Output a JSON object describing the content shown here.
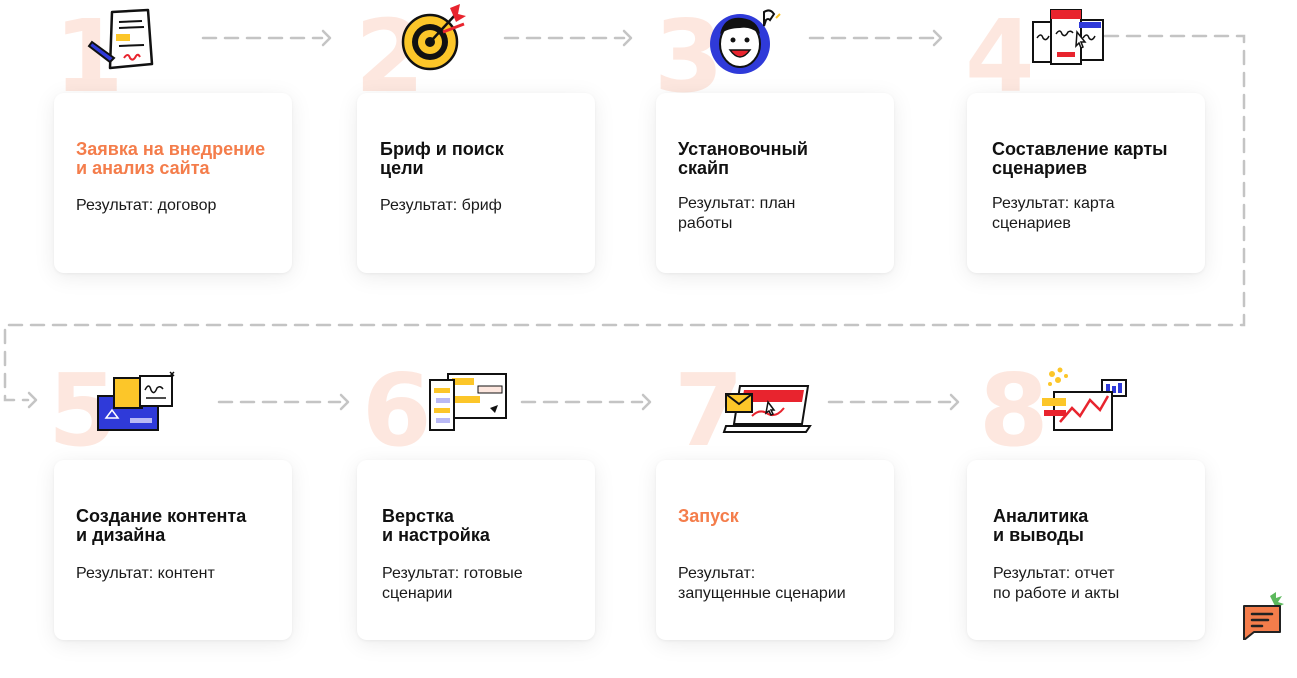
{
  "steps": [
    {
      "number": "1",
      "title": "Заявка на внедрение\nи анализ сайта",
      "result": "Результат: договор",
      "accent": true,
      "icon": "document-pen-icon"
    },
    {
      "number": "2",
      "title": "Бриф и поиск\nцели",
      "result": "Результат: бриф",
      "accent": false,
      "icon": "target-darts-icon"
    },
    {
      "number": "3",
      "title": "Установочный\nскайп",
      "result": "Результат: план\nработы",
      "accent": false,
      "icon": "smiling-face-call-icon"
    },
    {
      "number": "4",
      "title": "Составление карты\nсценариев",
      "result": "Результат: карта\nсценариев",
      "accent": false,
      "icon": "scenario-cards-icon"
    },
    {
      "number": "5",
      "title": "Создание контента\nи дизайна",
      "result": "Результат: контент",
      "accent": false,
      "icon": "design-board-icon"
    },
    {
      "number": "6",
      "title": "Верстка\nи настройка",
      "result": "Результат: готовые\nсценарии",
      "accent": false,
      "icon": "chat-layout-icon"
    },
    {
      "number": "7",
      "title": "Запуск",
      "result": "Результат:\nзапущенные сценарии",
      "accent": true,
      "icon": "laptop-launch-icon"
    },
    {
      "number": "8",
      "title": "Аналитика\nи выводы",
      "result": "Результат: отчет\nпо работе и акты",
      "accent": false,
      "icon": "analytics-chart-icon"
    }
  ],
  "colors": {
    "accent": "#f47d4b",
    "number_fill": "#fde7df",
    "dash": "#c4c4c4",
    "icon_blue": "#2f3ad9",
    "icon_yellow": "#fcc629",
    "icon_red": "#e8242e"
  },
  "chat_widget": {
    "icon": "carrot-chat-icon"
  }
}
